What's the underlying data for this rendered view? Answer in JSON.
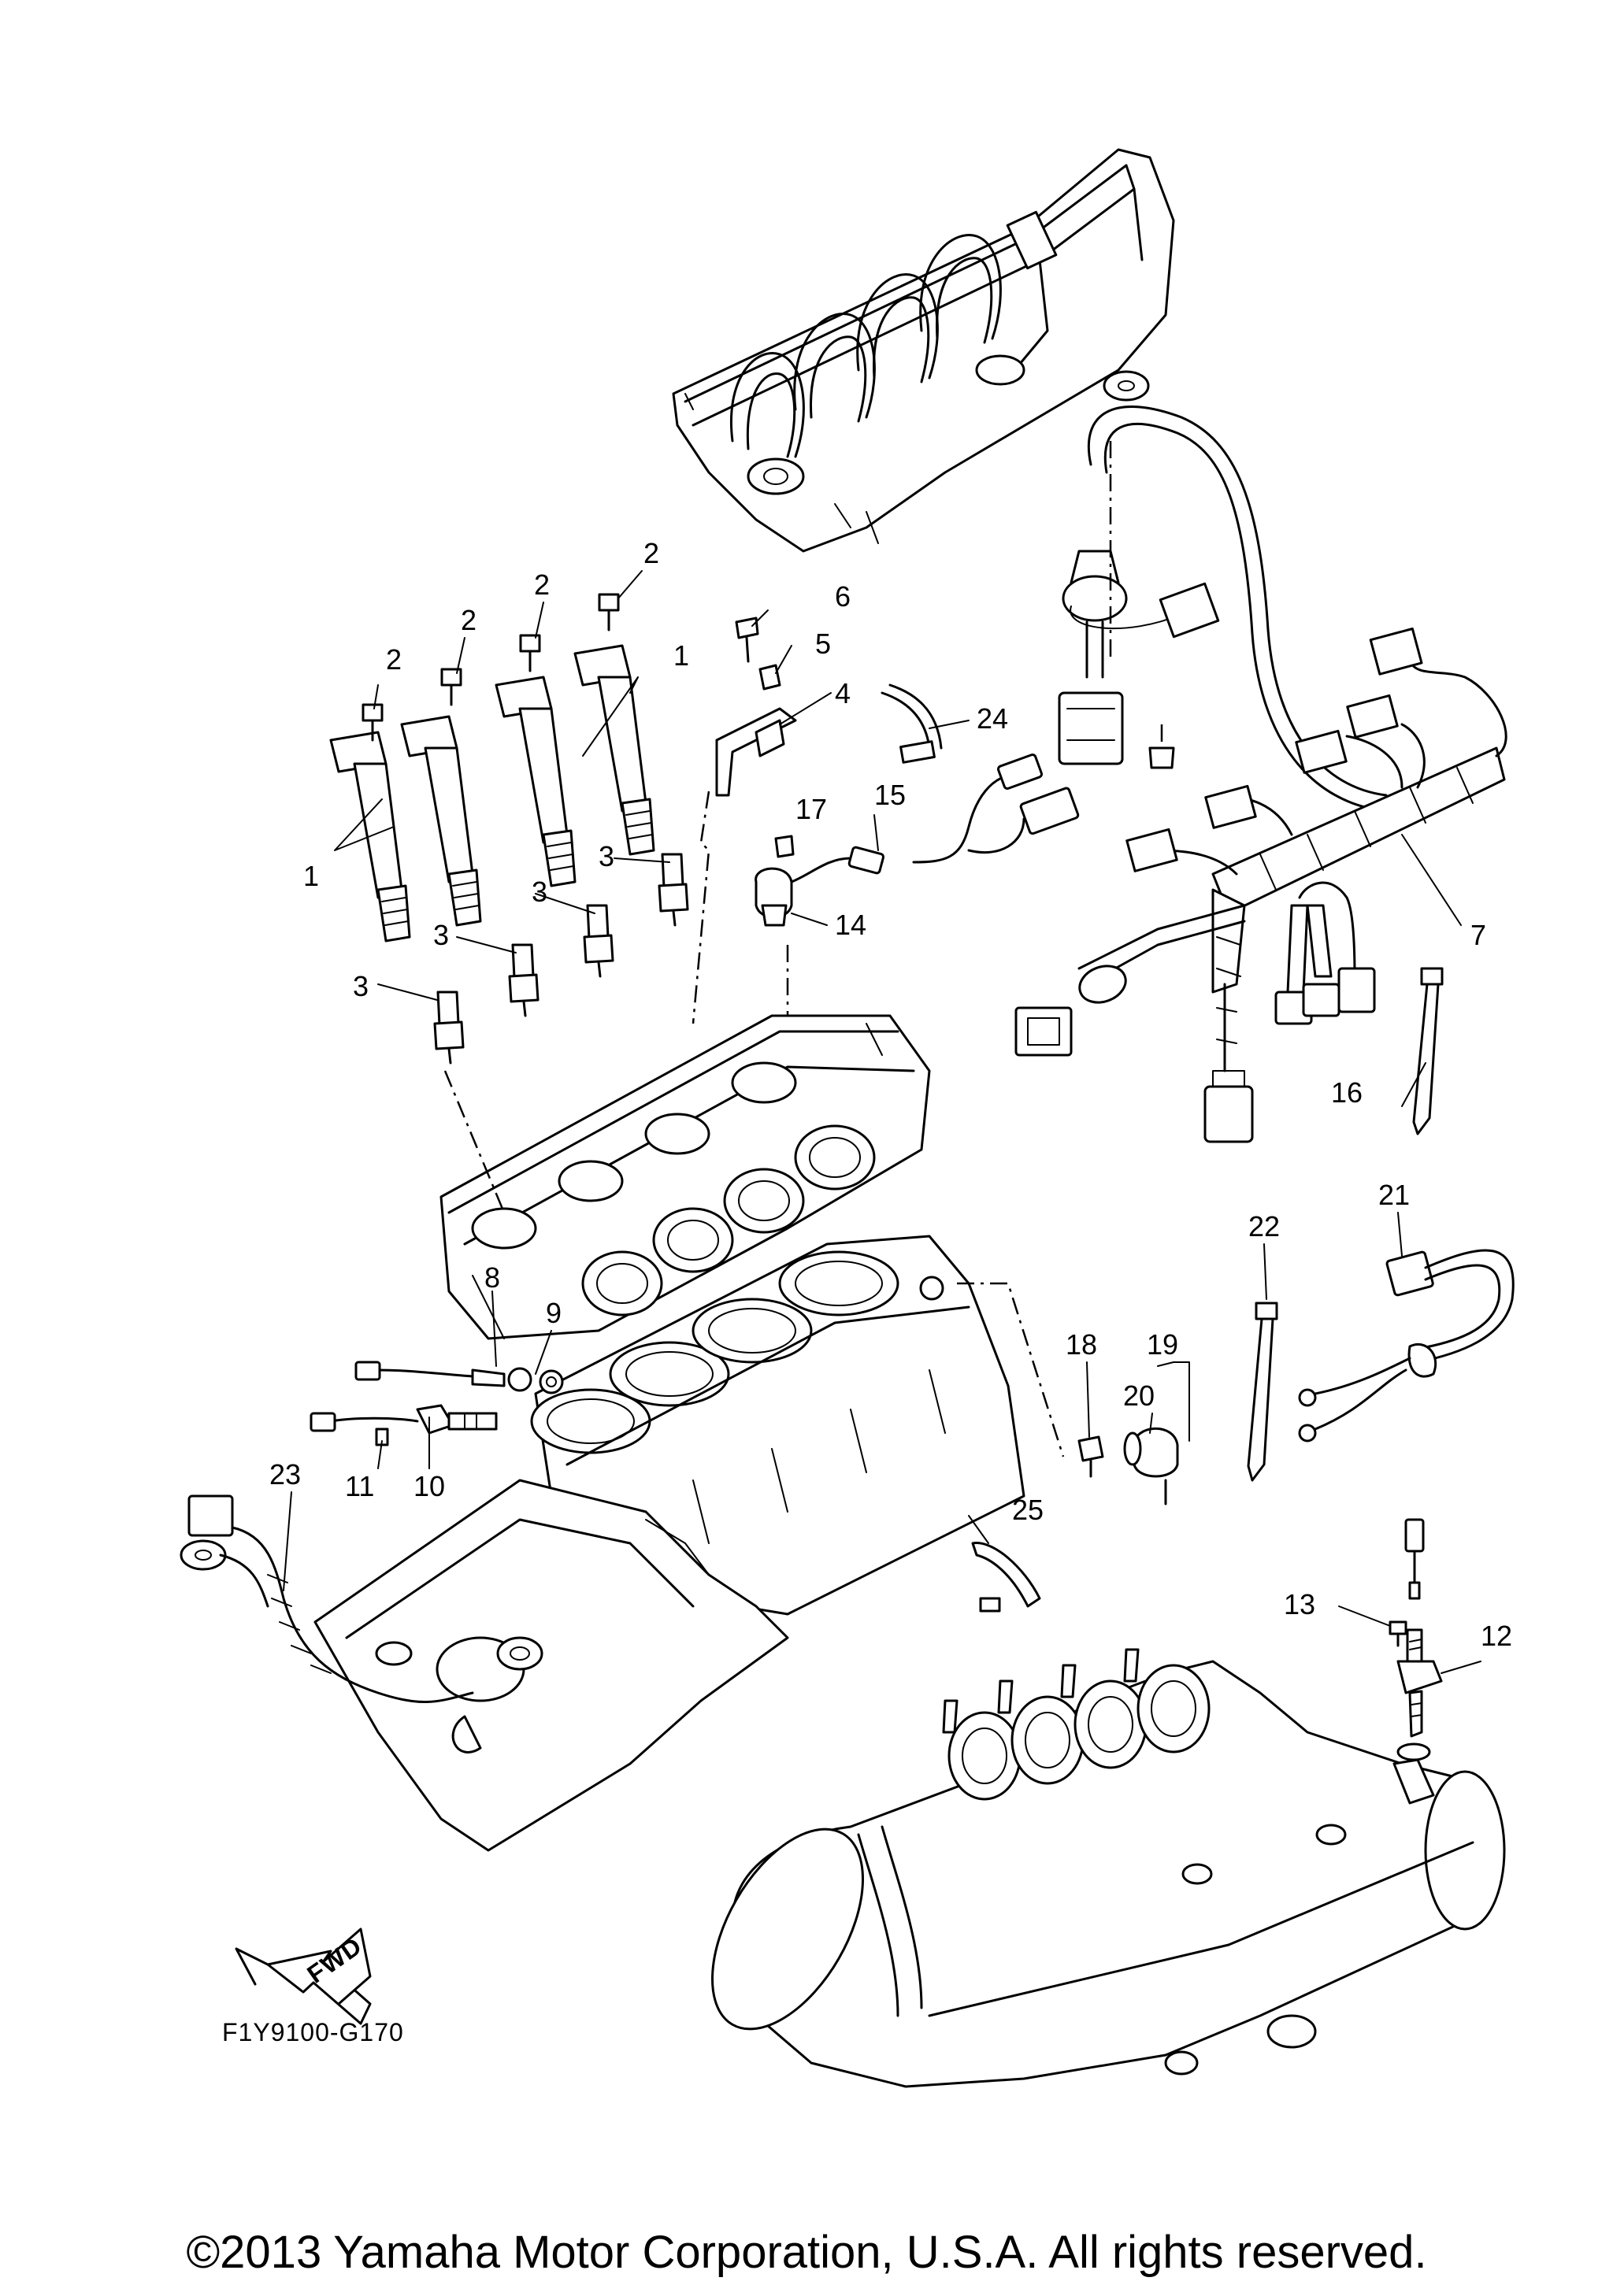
{
  "diagram": {
    "reference_code": "F1Y9100-G170",
    "copyright": "©2013 Yamaha Motor Corporation, U.S.A. All rights reserved.",
    "fwd_label": "FWD",
    "callouts": {
      "c1a": "1",
      "c1b": "1",
      "c2a": "2",
      "c2b": "2",
      "c2c": "2",
      "c2d": "2",
      "c3a": "3",
      "c3b": "3",
      "c3c": "3",
      "c3d": "3",
      "c4": "4",
      "c5": "5",
      "c6": "6",
      "c7": "7",
      "c8": "8",
      "c9": "9",
      "c10": "10",
      "c11": "11",
      "c12": "12",
      "c13": "13",
      "c14": "14",
      "c15": "15",
      "c16": "16",
      "c17": "17",
      "c18": "18",
      "c19": "19",
      "c20": "20",
      "c21": "21",
      "c22": "22",
      "c23": "23",
      "c24": "24",
      "c25": "25"
    }
  }
}
